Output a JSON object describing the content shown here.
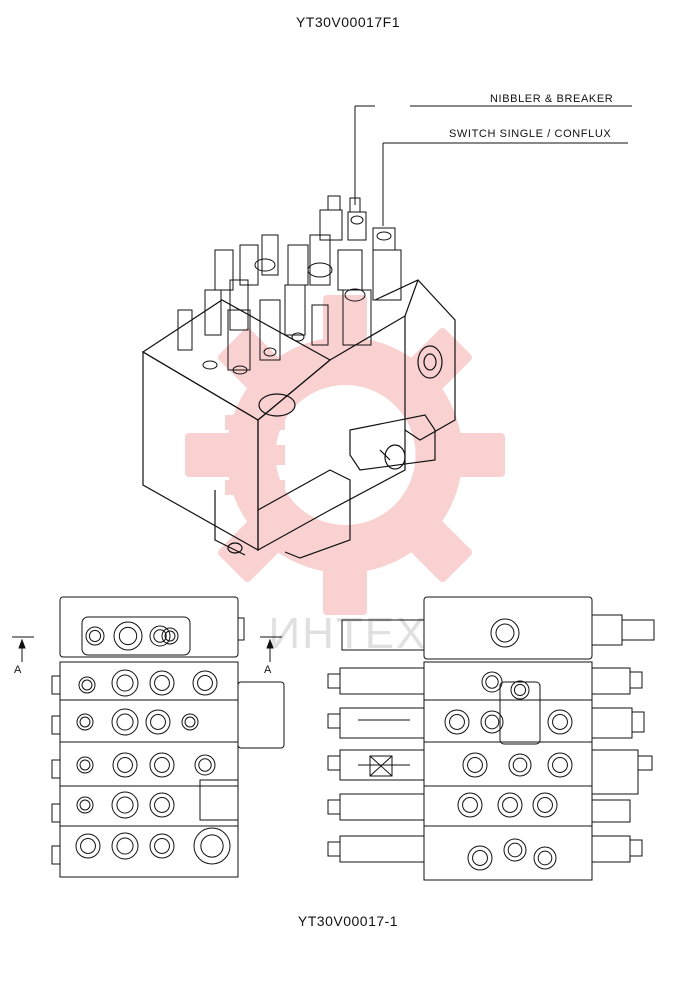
{
  "header": {
    "code": "YT30V00017F1"
  },
  "footer": {
    "code": "YT30V00017-1"
  },
  "callouts": [
    {
      "label": "NIBBLER & BREAKER"
    },
    {
      "label": "SWITCH SINGLE / CONFLUX"
    }
  ],
  "section_marks": {
    "left": "A",
    "right": "A"
  },
  "watermark": {
    "text": "ИНТЕХ",
    "color": "#f08a8a"
  }
}
